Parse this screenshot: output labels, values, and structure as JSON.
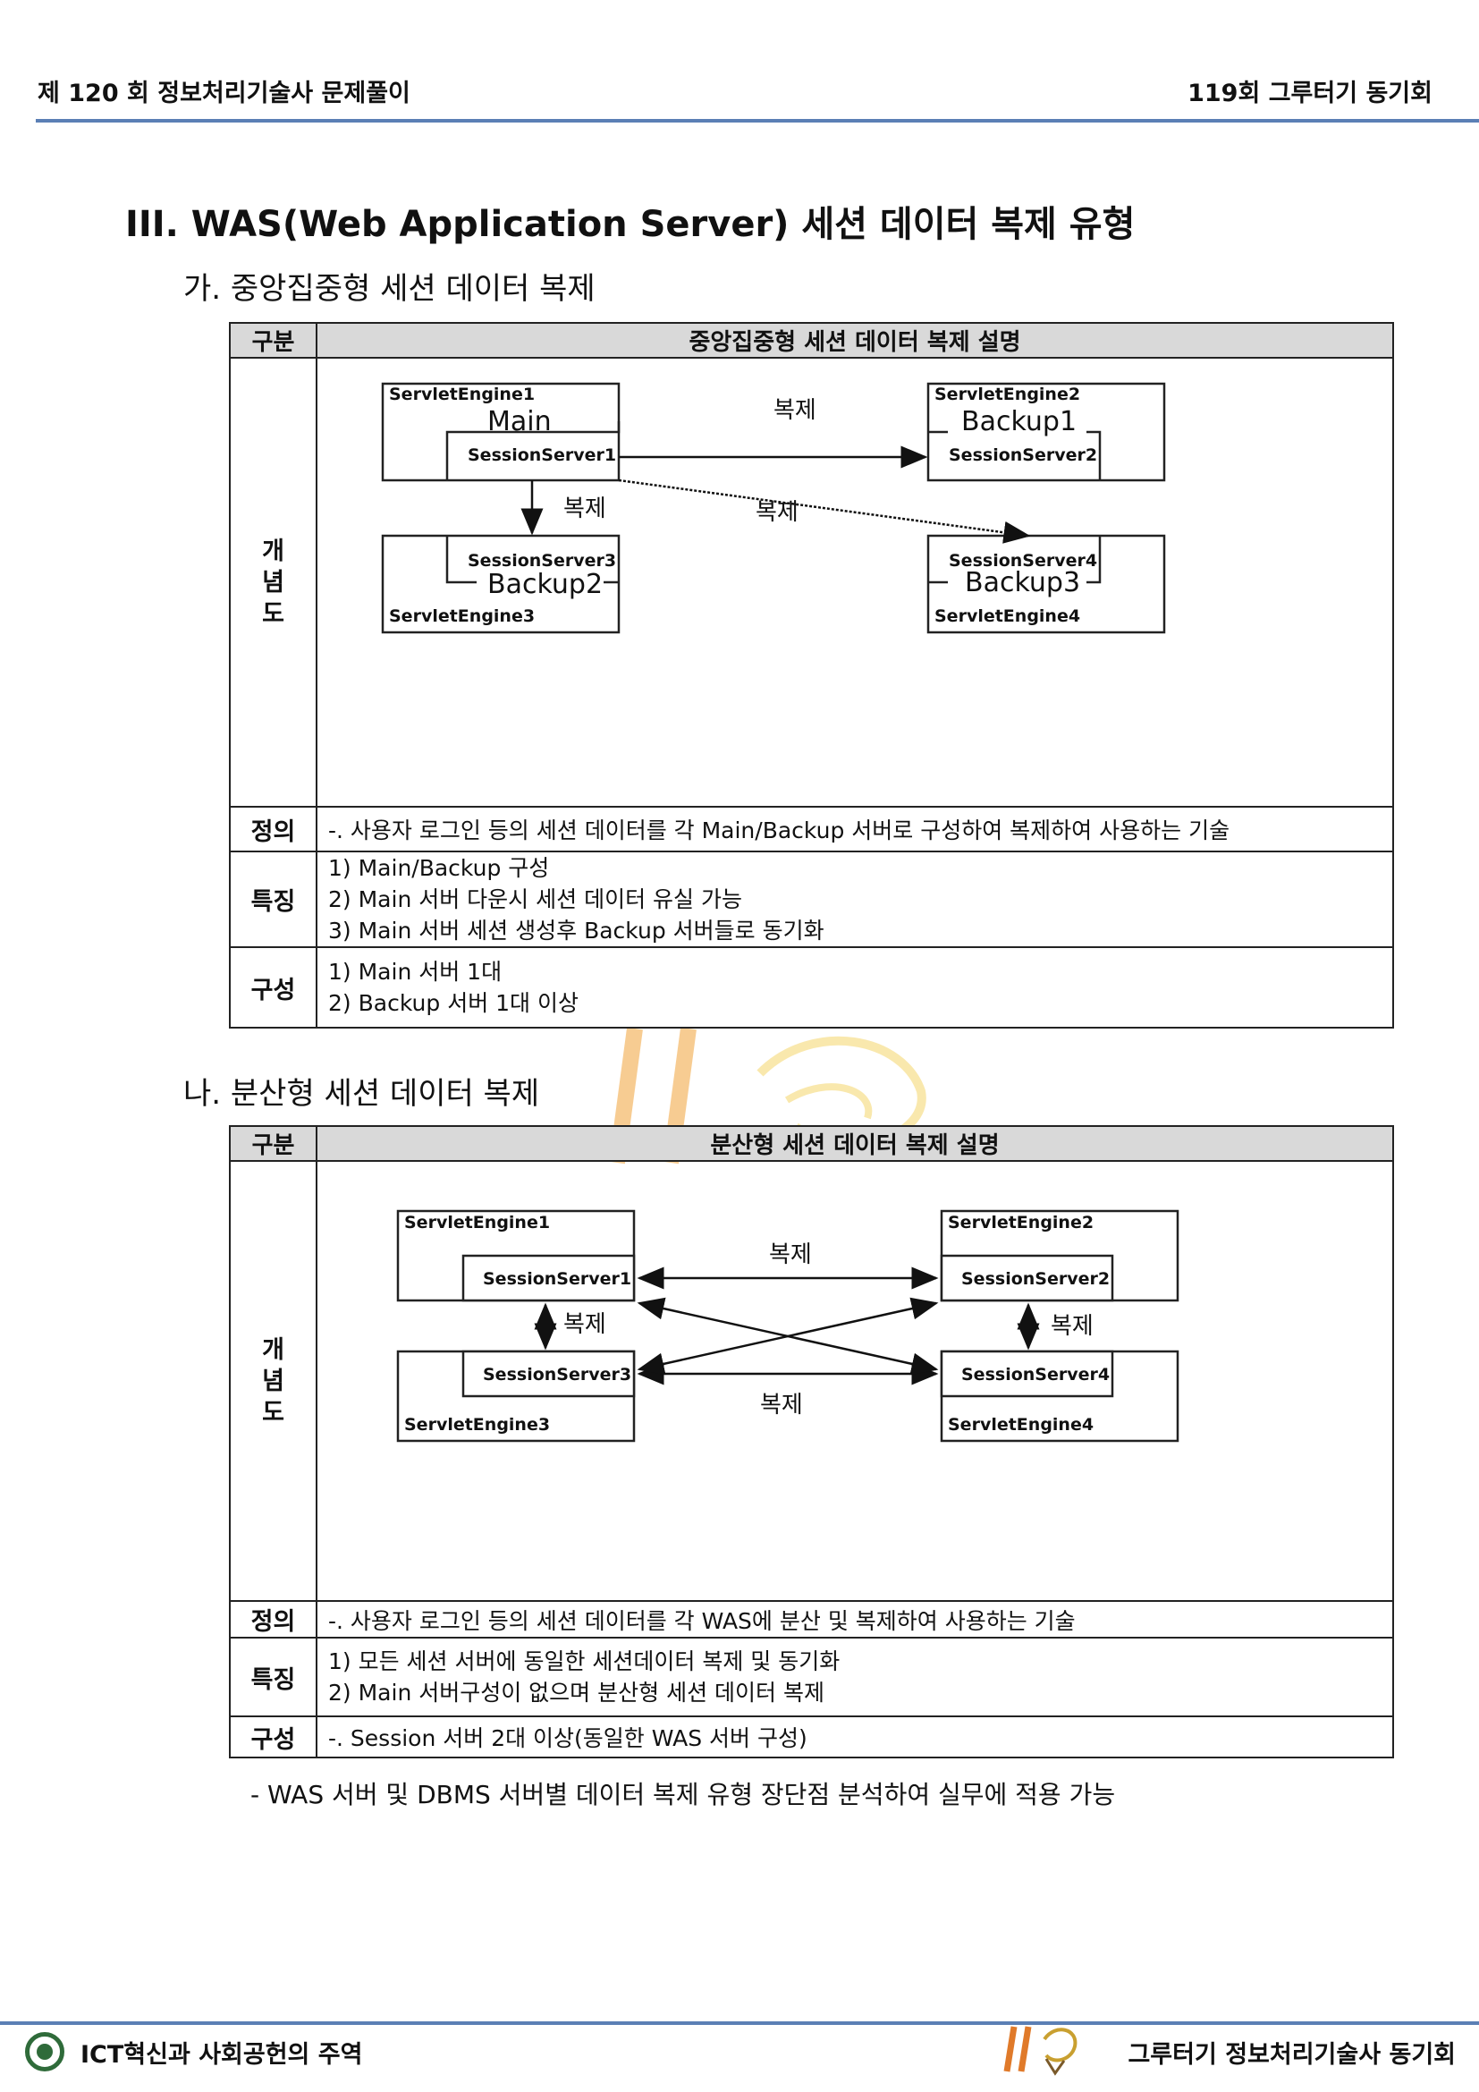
{
  "header": {
    "left": "제 120 회 정보처리기술사 문제풀이",
    "right": "119회 그루터기 동기회"
  },
  "title": "III. WAS(Web Application Server) 세션 데이터 복제 유형",
  "section_a": {
    "heading": "가. 중앙집중형 세션 데이터 복제",
    "col1": "구분",
    "col2": "중앙집중형 세션 데이터 복제 설명",
    "diagram_label": [
      "개",
      "념",
      "도"
    ],
    "diagram": {
      "boxes": [
        {
          "engine": "ServletEngine1",
          "role": "Main",
          "session": "SessionServer1"
        },
        {
          "engine": "ServletEngine2",
          "role": "Backup1",
          "session": "SessionServer2"
        },
        {
          "engine": "ServletEngine3",
          "role": "Backup2",
          "session": "SessionServer3"
        },
        {
          "engine": "ServletEngine4",
          "role": "Backup3",
          "session": "SessionServer4"
        }
      ],
      "arrow_label": "복제"
    },
    "definition_label": "정의",
    "definition": "-. 사용자 로그인 등의 세션 데이터를 각 Main/Backup 서버로 구성하여 복제하여 사용하는 기술",
    "features_label": "특징",
    "features": [
      "1) Main/Backup 구성",
      "2) Main 서버 다운시 세션 데이터 유실 가능",
      "3) Main 서버 세션 생성후 Backup 서버들로 동기화"
    ],
    "config_label": "구성",
    "config": [
      "1) Main 서버 1대",
      "2) Backup 서버 1대 이상"
    ]
  },
  "section_b": {
    "heading": "나. 분산형 세션 데이터 복제",
    "col1": "구분",
    "col2": "분산형 세션 데이터 복제 설명",
    "diagram_label": [
      "개",
      "념",
      "도"
    ],
    "diagram": {
      "boxes": [
        {
          "engine": "ServletEngine1",
          "session": "SessionServer1"
        },
        {
          "engine": "ServletEngine2",
          "session": "SessionServer2"
        },
        {
          "engine": "ServletEngine3",
          "session": "SessionServer3"
        },
        {
          "engine": "ServletEngine4",
          "session": "SessionServer4"
        }
      ],
      "arrow_label": "복제"
    },
    "definition_label": "정의",
    "definition": "-. 사용자 로그인 등의 세션 데이터를 각 WAS에 분산 및 복제하여 사용하는 기술",
    "features_label": "특징",
    "features": [
      "1) 모든 세션 서버에 동일한 세션데이터 복제 및 동기화",
      "2) Main 서버구성이 없으며 분산형 세션 데이터 복제"
    ],
    "config_label": "구성",
    "config": [
      "-. Session 서버 2대 이상(동일한 WAS 서버 구성)"
    ]
  },
  "note": "- WAS 서버 및 DBMS 서버별 데이터 복제 유형 장단점 분석하여 실무에 적용 가능",
  "footer": {
    "left": "ICT혁신과 사회공헌의 주역",
    "right": "그루터기 정보처리기술사 동기회"
  }
}
